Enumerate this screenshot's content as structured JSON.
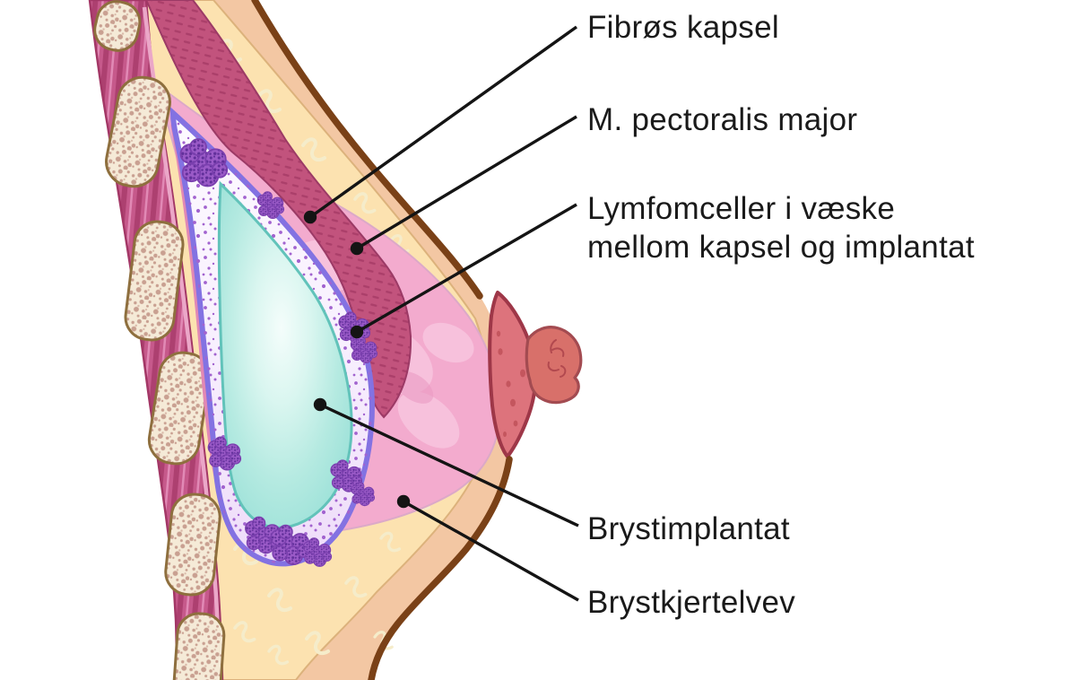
{
  "labels": {
    "fibros_kapsel": "Fibrøs kapsel",
    "m_pectoralis_major": "M. pectoralis major",
    "lymfomceller_line1": "Lymfomceller i væske",
    "lymfomceller_line2": "mellom kapsel og implantat",
    "brystimplantat": "Brystimplantat",
    "brystkjertelvev": "Brystkjertelvev"
  },
  "colors": {
    "background": "#ffffff",
    "leader_line": "#141414",
    "label_text": "#1a1a1a",
    "implant_fill": "#9be0d8",
    "implant_highlight": "#f2fdfa",
    "capsule_stroke": "#8372e2",
    "capsule_fluid": "#faf4ff",
    "lymphoma_cells": "#8f51c1",
    "chest_wall_muscle": "#c6598b",
    "pectoralis_muscle": "#c2537d",
    "rib_bone": "#f5ead7",
    "fat_tissue": "#fce2b0",
    "glandular_tissue": "#f3abce",
    "skin": "#f3c7a3",
    "skin_outline": "#7a4117",
    "areola": "#dd737c"
  }
}
